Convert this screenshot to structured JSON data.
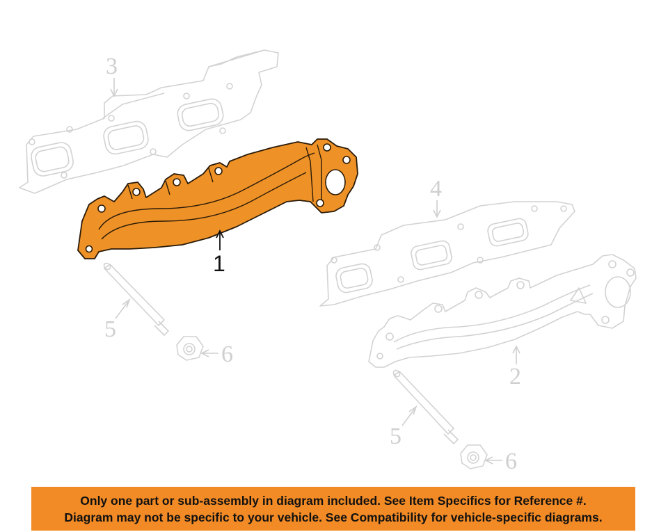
{
  "diagram": {
    "callouts": {
      "part_1": "1",
      "part_2": "2",
      "part_3": "3",
      "part_4": "4",
      "part_5_left": "5",
      "part_5_right": "5",
      "part_6_left": "6",
      "part_6_right": "6"
    },
    "highlight_color": "#ee9227",
    "ghost_color": "#d2d2d2"
  },
  "notice": {
    "line1": "Only one part or sub-assembly in diagram included. See Item Specifics for Reference #.",
    "line2": "Diagram may not be specific to your vehicle. See Compatibility for vehicle-specific diagrams.",
    "background": "#f28a25"
  }
}
